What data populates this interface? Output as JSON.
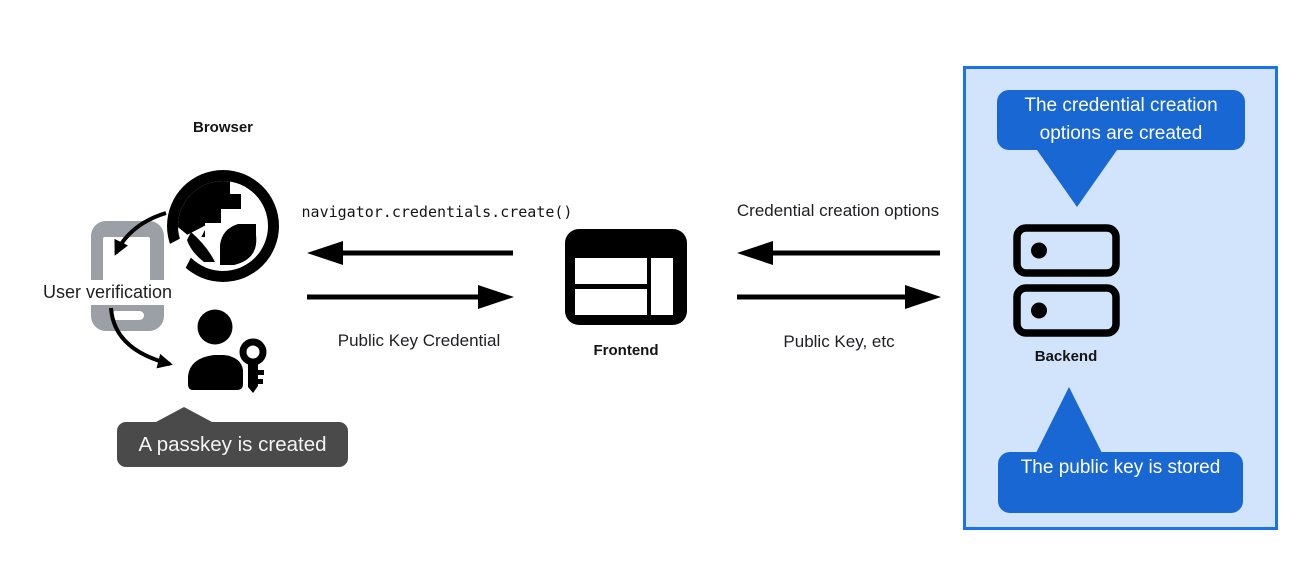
{
  "colors": {
    "accent-blue": "#1967d2",
    "panel-border": "#1a73e8",
    "panel-bg": "#d2e3fc",
    "tooltip-bg": "#4a4a4a",
    "phone-gray": "#9aa0a6"
  },
  "nodes": {
    "browser": "Browser",
    "user_verification": "User verification",
    "frontend": "Frontend",
    "backend": "Backend"
  },
  "flows": {
    "create_call": "navigator.credentials.create()",
    "public_key_credential": "Public Key Credential",
    "credential_creation_options": "Credential creation options",
    "public_key_etc": "Public Key, etc"
  },
  "callouts": {
    "passkey_created": "A passkey is created",
    "options_created": "The credential creation options are created",
    "public_key_stored": "The public key is stored"
  },
  "icons": {
    "browser": "globe-icon",
    "authenticator": "smartphone-icon",
    "user": "person-key-icon",
    "frontend": "browser-window-icon",
    "backend": "server-stack-icon"
  }
}
